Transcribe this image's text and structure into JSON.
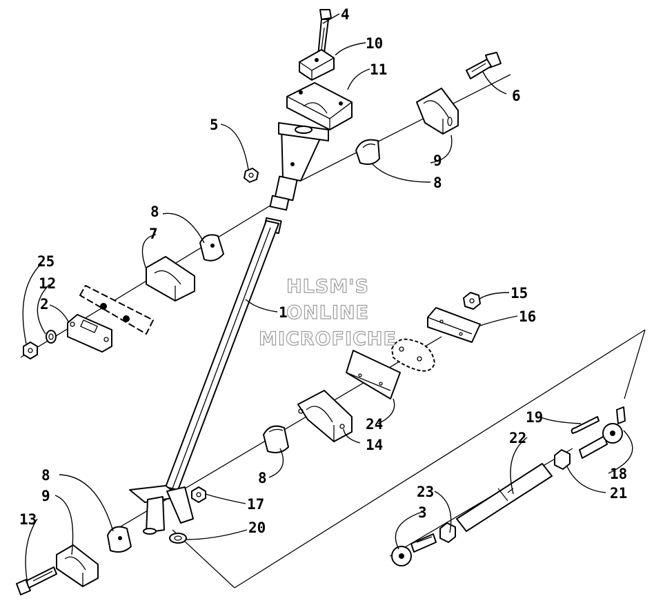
{
  "watermark": {
    "line1": "HLSM'S",
    "line2": "ONLINE",
    "line3": "MICROFICHE"
  },
  "callouts": {
    "c1": "1",
    "c2": "2",
    "c3": "3",
    "c4": "4",
    "c5": "5",
    "c6": "6",
    "c7": "7",
    "c8a": "8",
    "c8b": "8",
    "c8c": "8",
    "c8d": "8",
    "c9a": "9",
    "c9b": "9",
    "c10": "10",
    "c11": "11",
    "c12": "12",
    "c13": "13",
    "c14": "14",
    "c15": "15",
    "c16": "16",
    "c17": "17",
    "c18": "18",
    "c19": "19",
    "c20": "20",
    "c21": "21",
    "c22": "22",
    "c23": "23",
    "c24": "24",
    "c25": "25"
  }
}
